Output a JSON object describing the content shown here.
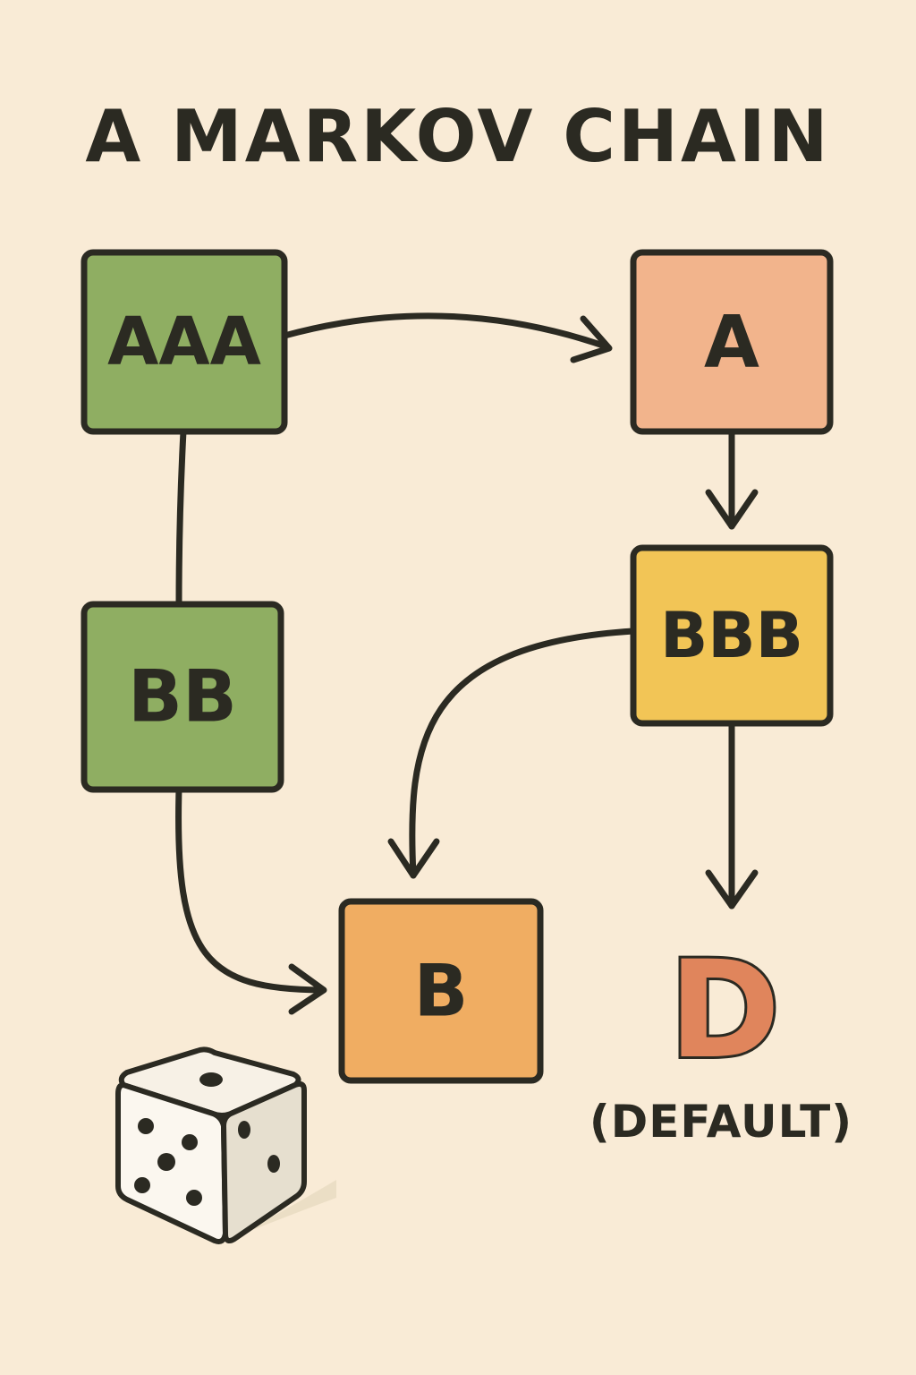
{
  "title": "A MARKOV CHAIN",
  "colors": {
    "background": "#f9ebd6",
    "ink": "#2b2a22",
    "green": "#8fae62",
    "salmon": "#f2b48c",
    "yellow": "#f2c556",
    "orange": "#f0ad62",
    "default_letter": "#e0855c"
  },
  "states": [
    {
      "id": "AAA",
      "label": "AAA",
      "color": "#8fae62"
    },
    {
      "id": "A",
      "label": "A",
      "color": "#f2b48c"
    },
    {
      "id": "BB",
      "label": "BB",
      "color": "#8fae62"
    },
    {
      "id": "BBB",
      "label": "BBB",
      "color": "#f2c556"
    },
    {
      "id": "B",
      "label": "B",
      "color": "#f0ad62"
    }
  ],
  "default_state": {
    "letter": "D",
    "caption": "(DEFAULT)"
  },
  "transitions": [
    {
      "from": "AAA",
      "to": "A",
      "directed": true
    },
    {
      "from": "AAA",
      "to": "BB",
      "directed": false
    },
    {
      "from": "A",
      "to": "BBB",
      "directed": true
    },
    {
      "from": "BBB",
      "to": "B",
      "directed": true
    },
    {
      "from": "BBB",
      "to": "D",
      "directed": true
    },
    {
      "from": "BB",
      "to": "B",
      "directed": true
    }
  ],
  "icon": "dice-icon"
}
